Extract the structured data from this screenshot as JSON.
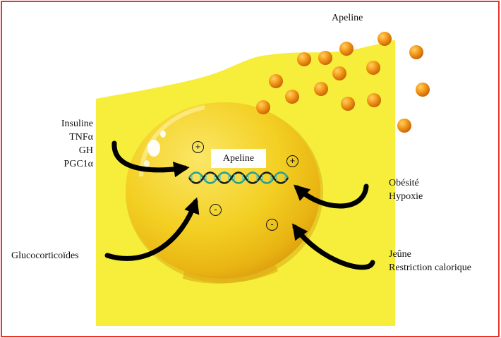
{
  "secreted_label": "Apeline",
  "gene_label": "Apeline",
  "regulators": {
    "stimulators_left": [
      "Insuline",
      "TNFα",
      "GH",
      "PGC1α"
    ],
    "inhibitor_left": "Glucocorticoïdes",
    "stimulators_right": [
      "Obésité",
      "Hypoxie"
    ],
    "inhibitors_right": [
      "Jeûne",
      "Restriction calorique"
    ]
  },
  "signs": {
    "plus": "+",
    "minus": "-"
  },
  "colors": {
    "frame": "#e8322a",
    "cell": "#f6ee3a",
    "nucleus": "#f2c81e",
    "vesicle": "#f39a12",
    "arrow": "#000000",
    "dna": "#2a9d8f"
  }
}
